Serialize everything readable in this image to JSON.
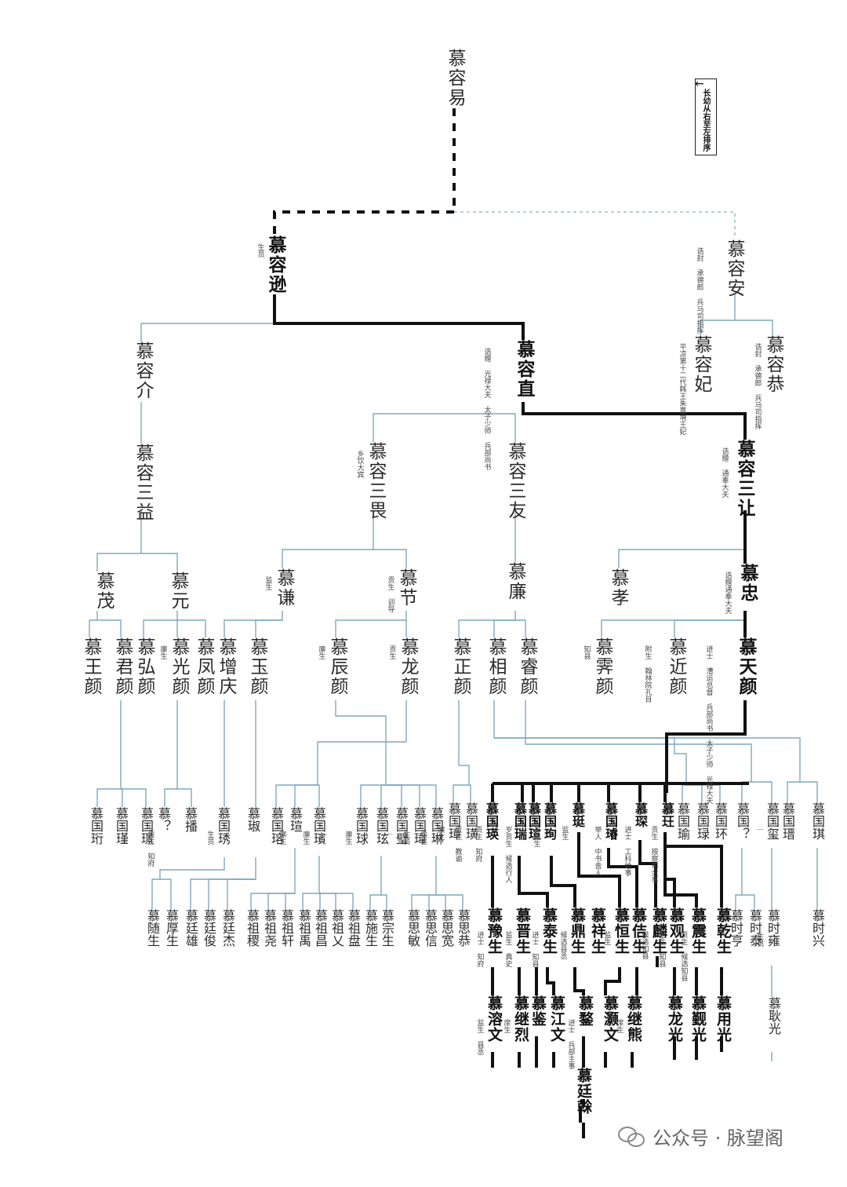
{
  "legend": {
    "arrow": "←",
    "text": "长幼从右至左排序"
  },
  "watermark": {
    "text": "公众号 · 脉望阁"
  },
  "people": [
    {
      "id": "p1",
      "name": "慕容易"
    },
    {
      "id": "p2",
      "name": "慕容逊",
      "note": "生员"
    },
    {
      "id": "p3",
      "name": "慕容安",
      "note": "诰封 承德郎\n兵马司指挥"
    },
    {
      "id": "p4",
      "name": "慕容介"
    },
    {
      "id": "p5",
      "name": "慕容直",
      "note": "诰赠 光禄大夫\n太子少师\n兵部尚书"
    },
    {
      "id": "p6",
      "name": "慕容妃",
      "note": "平凉第十二代韩王朱亶塉王妃"
    },
    {
      "id": "p7",
      "name": "慕容恭",
      "note": "诰封 承德郎\n兵马司指挥"
    },
    {
      "id": "p8",
      "name": "慕容三益"
    },
    {
      "id": "p9",
      "name": "慕容三畏",
      "note": "乡饮大宾"
    },
    {
      "id": "p10",
      "name": "慕容三友"
    },
    {
      "id": "p11",
      "name": "慕容三让",
      "note": "诰赠 通奉大夫"
    },
    {
      "id": "p12",
      "name": "慕茂"
    },
    {
      "id": "p13",
      "name": "慕元"
    },
    {
      "id": "p14",
      "name": "慕谦",
      "note": "监生"
    },
    {
      "id": "p15",
      "name": "慕节",
      "note": "贡生 训导"
    },
    {
      "id": "p16",
      "name": "慕廉"
    },
    {
      "id": "p17",
      "name": "慕孝"
    },
    {
      "id": "p18",
      "name": "慕忠",
      "note": "诰赠通奉大夫"
    },
    {
      "id": "p19",
      "name": "慕王颜"
    },
    {
      "id": "p20",
      "name": "慕君颜"
    },
    {
      "id": "p21",
      "name": "慕弘颜"
    },
    {
      "id": "p22",
      "name": "慕光颜",
      "note": "廪生"
    },
    {
      "id": "p23",
      "name": "慕凤颜"
    },
    {
      "id": "p24",
      "name": "慕增庆"
    },
    {
      "id": "p25",
      "name": "慕玉颜"
    },
    {
      "id": "p26",
      "name": "慕辰颜",
      "note": "廪生"
    },
    {
      "id": "p27",
      "name": "慕龙颜",
      "note": "贡生"
    },
    {
      "id": "p28",
      "name": "慕正颜"
    },
    {
      "id": "p29",
      "name": "慕相颜"
    },
    {
      "id": "p30",
      "name": "慕睿颜"
    },
    {
      "id": "p31",
      "name": "慕霁颜",
      "note": "知县"
    },
    {
      "id": "p32",
      "name": "慕近颜",
      "note": "附生 翰林院孔目"
    },
    {
      "id": "p33",
      "name": "慕天颜",
      "note": "进士 漕运总督\n兵部尚书 太子少师\n光禄大夫"
    },
    {
      "id": "g1",
      "name": "慕国珩"
    },
    {
      "id": "g2",
      "name": "慕国瑾"
    },
    {
      "id": "g3",
      "name": "慕国璟"
    },
    {
      "id": "g4",
      "name": "慕？",
      "note": "贡生 知府"
    },
    {
      "id": "g5",
      "name": "慕播"
    },
    {
      "id": "g6",
      "name": "慕国琇",
      "note": "生员"
    },
    {
      "id": "g7",
      "name": "慕琡"
    },
    {
      "id": "g8",
      "name": "慕国瑢"
    },
    {
      "id": "g9",
      "name": "慕瑄",
      "note": "廪生"
    },
    {
      "id": "g10",
      "name": "慕国璸",
      "note": "廪生"
    },
    {
      "id": "g11",
      "name": "慕国球",
      "note": "廪生"
    },
    {
      "id": "g12",
      "name": "慕国玹"
    },
    {
      "id": "g13",
      "name": "慕国璧",
      "note": "｜"
    },
    {
      "id": "g14",
      "name": "慕国瑋",
      "note": "生员"
    },
    {
      "id": "g15",
      "name": "慕国琳",
      "note": "贡生"
    },
    {
      "id": "g16",
      "name": "慕国璋",
      "note": "廪生"
    },
    {
      "id": "g17",
      "name": "慕国璜",
      "note": "贡生 教谕"
    },
    {
      "id": "g18",
      "name": "慕国瑛",
      "note": "贡生 知府"
    },
    {
      "id": "g19",
      "name": "慕国瑞",
      "note": "岁贡生 候选行人"
    },
    {
      "id": "g20",
      "name": "慕国瑄"
    },
    {
      "id": "g21",
      "name": "慕国珣",
      "note": "岁贡生"
    },
    {
      "id": "g22",
      "name": "慕珽",
      "note": "监生"
    },
    {
      "id": "g23",
      "name": "慕国璿",
      "note": "举人 中书舍人"
    },
    {
      "id": "g24",
      "name": "慕琛",
      "note": "进士 工科给事"
    },
    {
      "id": "g25",
      "name": "慕玨",
      "note": "贡生 按察司佥事"
    },
    {
      "id": "g26",
      "name": "慕国瑜"
    },
    {
      "id": "g27",
      "name": "慕国琭"
    },
    {
      "id": "g28",
      "name": "慕国环"
    },
    {
      "id": "g29",
      "name": "慕国？"
    },
    {
      "id": "g30",
      "name": "慕国玺",
      "note": "｜"
    },
    {
      "id": "g31",
      "name": "慕国瑨",
      "note": "｜"
    },
    {
      "id": "g32",
      "name": "慕国琪"
    },
    {
      "id": "h1",
      "name": "慕随生"
    },
    {
      "id": "h2",
      "name": "慕厚生"
    },
    {
      "id": "h3",
      "name": "慕廷雄"
    },
    {
      "id": "h4",
      "name": "慕廷俊"
    },
    {
      "id": "h5",
      "name": "慕廷杰"
    },
    {
      "id": "h6",
      "name": "慕祖稷"
    },
    {
      "id": "h7",
      "name": "慕祖尧"
    },
    {
      "id": "h8",
      "name": "慕祖轩"
    },
    {
      "id": "h9",
      "name": "慕祖禹"
    },
    {
      "id": "h10",
      "name": "慕祖昌"
    },
    {
      "id": "h11",
      "name": "慕祖乂"
    },
    {
      "id": "h12",
      "name": "慕祖盘"
    },
    {
      "id": "h13",
      "name": "慕施生"
    },
    {
      "id": "h14",
      "name": "慕宗生"
    },
    {
      "id": "h15",
      "name": "慕思敏"
    },
    {
      "id": "h16",
      "name": "慕思信"
    },
    {
      "id": "h17",
      "name": "慕思宽"
    },
    {
      "id": "h18",
      "name": "慕思恭"
    },
    {
      "id": "h19",
      "name": "慕豫生",
      "note": "进士 知府"
    },
    {
      "id": "h20",
      "name": "慕晋生",
      "note": "监生 典史"
    },
    {
      "id": "h21",
      "name": "慕泰生",
      "note": "进士 知县"
    },
    {
      "id": "h22",
      "name": "慕鼎生",
      "note": "候选县丞"
    },
    {
      "id": "h23",
      "name": "慕祥生"
    },
    {
      "id": "h24",
      "name": "慕恒生",
      "note": "监生"
    },
    {
      "id": "h25",
      "name": "慕佶生"
    },
    {
      "id": "h26",
      "name": "慕麟生",
      "note": "候选知县"
    },
    {
      "id": "h27",
      "name": "慕观生",
      "note": "监生 知县"
    },
    {
      "id": "h28",
      "name": "慕震生",
      "note": "贡生 候选知县"
    },
    {
      "id": "h29",
      "name": "慕乾生"
    },
    {
      "id": "h30",
      "name": "慕时亨"
    },
    {
      "id": "h31",
      "name": "慕时泰"
    },
    {
      "id": "h32",
      "name": "慕时雍",
      "note": "生员"
    },
    {
      "id": "h33",
      "name": "慕时兴"
    },
    {
      "id": "i1",
      "name": "慕溶文",
      "note": "监生 县丞"
    },
    {
      "id": "i2",
      "name": "慕继烈",
      "note": "庠生"
    },
    {
      "id": "i3",
      "name": "慕鉴"
    },
    {
      "id": "i4",
      "name": "慕江文"
    },
    {
      "id": "i5",
      "name": "慕鍪",
      "note": "进士 兵部主事"
    },
    {
      "id": "i6",
      "name": "慕灏文"
    },
    {
      "id": "i7",
      "name": "慕继熊",
      "note": "庠生"
    },
    {
      "id": "i8",
      "name": "慕龙光"
    },
    {
      "id": "i9",
      "name": "慕觐光"
    },
    {
      "id": "i10",
      "name": "慕用光"
    },
    {
      "id": "i11",
      "name": "慕耿光"
    },
    {
      "id": "j1",
      "name": "慕廷榦"
    }
  ]
}
